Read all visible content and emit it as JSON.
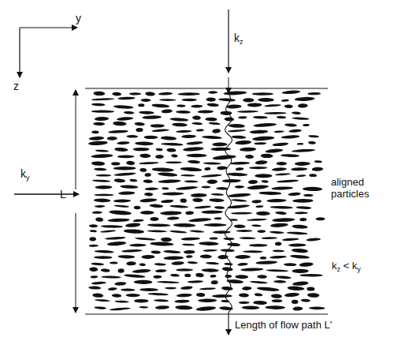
{
  "diagram": {
    "labels": [
      "y",
      "z",
      "kz",
      "ky",
      "L",
      "aligned particles",
      "kz < ky",
      "Length of flow path L'"
    ]
  }
}
